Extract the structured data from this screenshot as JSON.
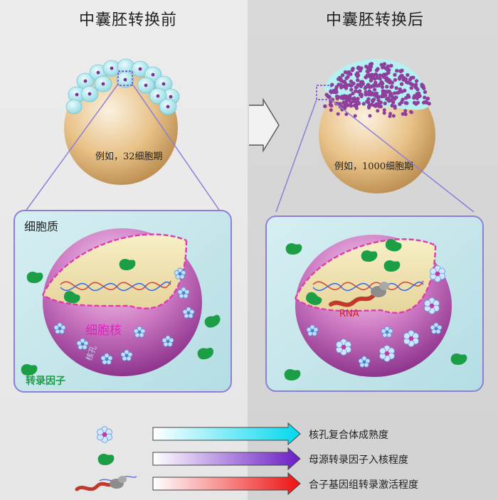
{
  "left": {
    "title": "中囊胚转换前",
    "stage_label": "例如，32细胞期",
    "cytoplasm_label": "细胞质",
    "nucleus_label": "细胞核",
    "nuclear_pore_label": "核孔",
    "tf_label": "转录因子"
  },
  "right": {
    "title": "中囊胚转换后",
    "stage_label": "例如，1000细胞期",
    "rna_label": "RNA"
  },
  "legend": [
    {
      "icon": "nuclear-pore-icon",
      "label": "核孔复合体成熟度",
      "color_start": "#ffffff",
      "color_end": "#00d8ee"
    },
    {
      "icon": "transcription-factor-icon",
      "label": "母源转录因子入核程度",
      "color_start": "#ffffff",
      "color_end": "#6a1cc4"
    },
    {
      "icon": "rna-polymerase-icon",
      "label": "合子基因组转录激活程度",
      "color_start": "#ffffff",
      "color_end": "#ee1111"
    }
  ],
  "colors": {
    "cyan_cell": "#9fe3ec",
    "purple_nucleus": "#8e3f9c",
    "tf_green": "#1c9e47",
    "nucleus_magenta": "#e03aaf",
    "box_border": "#8d7fd8",
    "box_fill": "#c4e7ec"
  }
}
